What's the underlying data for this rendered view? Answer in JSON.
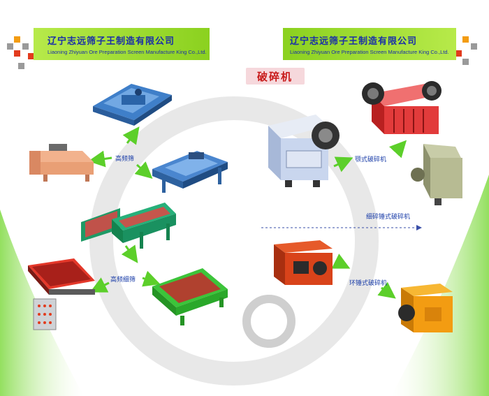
{
  "header": {
    "left": {
      "company_cn": "辽宁志远筛子王制造有限公司",
      "company_en": "Liaoning Zhiyuan Ore Preparation Screen Manufacture King Co.,Ltd."
    },
    "right": {
      "company_cn": "辽宁志远筛子王制造有限公司",
      "company_en": "Liaoning Zhiyuan Ore Preparation Screen Manufacture King Co.,Ltd."
    }
  },
  "section_title": "破碎机",
  "labels": {
    "high_frequency_screen": "高频筛",
    "high_frequency_fine_screen": "高频细筛",
    "jaw_crusher": "颚式破碎机",
    "fine_hammer_crusher": "细碎锤式破碎机",
    "ring_hammer_crusher": "环锤式破碎机"
  },
  "colors": {
    "banner_green": "#8bd11f",
    "company_text_blue": "#1a2fa8",
    "title_red": "#c81b1b",
    "arrow_green": "#5ccf2a",
    "accent_red": "#e23b1d",
    "accent_orange": "#f39c12",
    "accent_gray": "#9a9a9a"
  }
}
